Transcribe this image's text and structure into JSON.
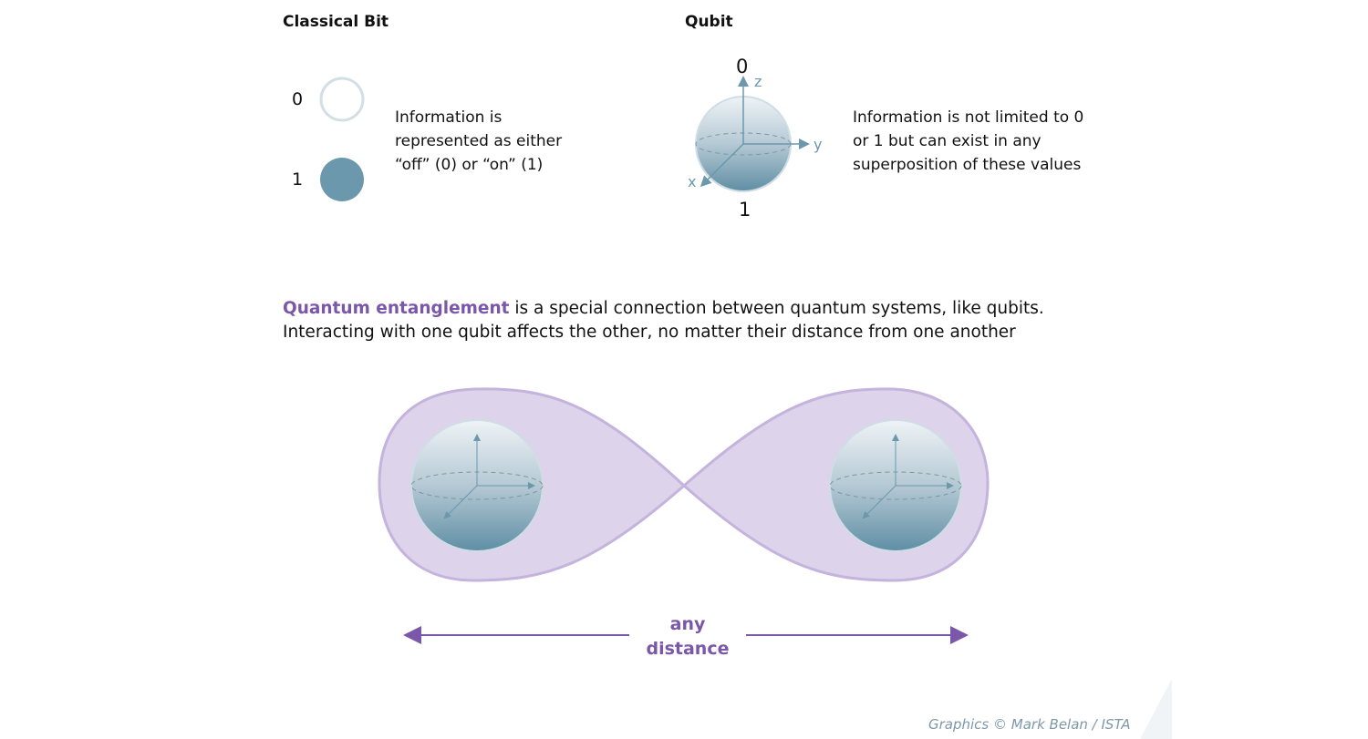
{
  "classical": {
    "title": "Classical Bit",
    "zero": "0",
    "one": "1",
    "desc": [
      "Information is",
      "represented as either",
      "“off” (0) or “on” (1)"
    ]
  },
  "qubit": {
    "title": "Qubit",
    "top": "0",
    "bottom": "1",
    "axis_z": "z",
    "axis_y": "y",
    "axis_x": "x",
    "desc": [
      "Information is not limited to 0",
      "or 1 but can exist in any",
      "superposition of these values"
    ]
  },
  "entanglement": {
    "term": "Quantum entanglement",
    "line1_rest": " is a special connection between quantum systems, like qubits.",
    "line2": "Interacting with one qubit affects the other, no matter their distance from one another"
  },
  "distance": {
    "line1": "any",
    "line2": "distance"
  },
  "credit": "Graphics © Mark Belan / ISTA",
  "colors": {
    "accent": "#7a57a8",
    "bit": "#6b98ad",
    "lobe": "#ddd3ea"
  }
}
